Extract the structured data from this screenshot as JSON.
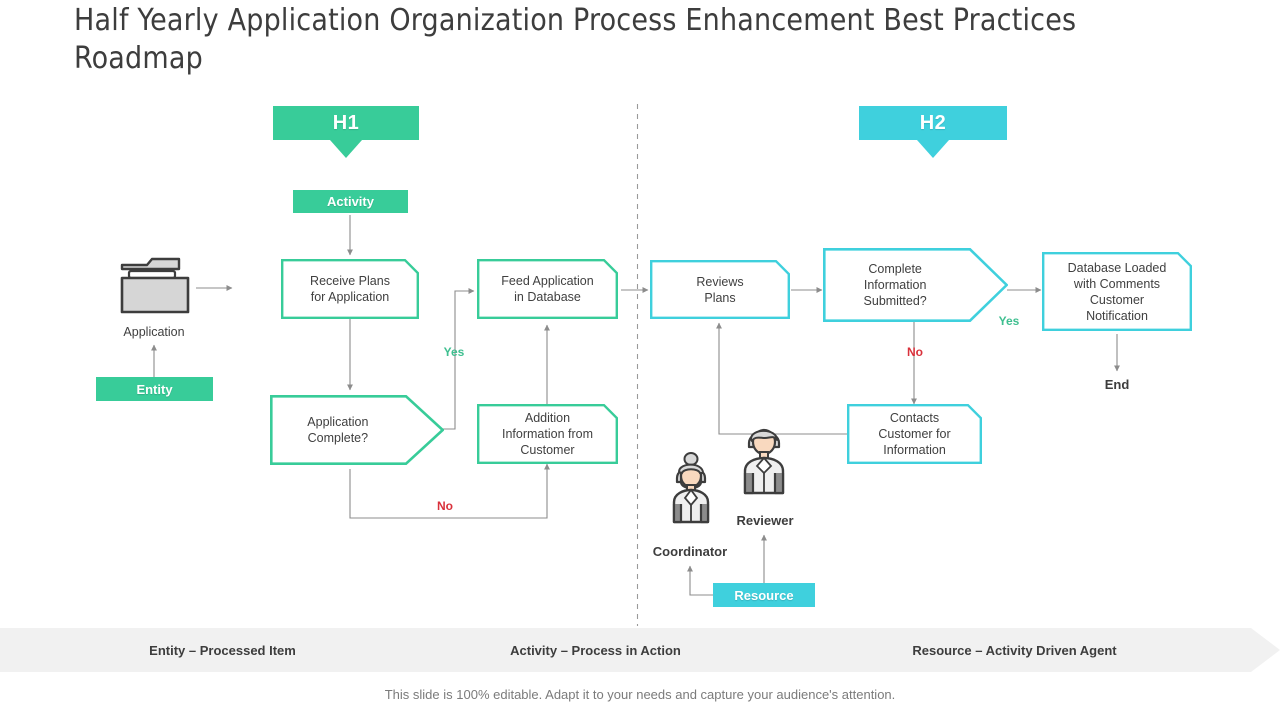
{
  "slide": {
    "title": "Half Yearly Application Organization Process Enhancement Best Practices Roadmap",
    "caption": "This slide is 100% editable. Adapt it to your needs and capture your audience's attention."
  },
  "colors": {
    "green": "#38cc99",
    "cyan": "#3fd0dd",
    "yes": "#3fbf90",
    "no": "#d9313b",
    "connector": "#8c8c8c",
    "text": "#404040",
    "legend_bg": "#f1f1f1"
  },
  "phases": [
    {
      "id": "h1",
      "label": "H1",
      "color": "#38cc99"
    },
    {
      "id": "h2",
      "label": "H2",
      "color": "#3fd0dd"
    }
  ],
  "tags": [
    {
      "id": "activity",
      "label": "Activity",
      "color": "#38cc99"
    },
    {
      "id": "entity",
      "label": "Entity",
      "color": "#38cc99"
    },
    {
      "id": "resource",
      "label": "Resource",
      "color": "#3fd0dd"
    }
  ],
  "entities": [
    {
      "id": "application",
      "label": "Application",
      "icon": "folder-icon"
    }
  ],
  "actors": [
    {
      "id": "coordinator",
      "label": "Coordinator",
      "icon": "person-female-icon"
    },
    {
      "id": "reviewer",
      "label": "Reviewer",
      "icon": "person-male-icon"
    }
  ],
  "process_boxes": [
    {
      "id": "receive-plans",
      "label": "Receive  Plans\nfor Application",
      "color": "#38cc99"
    },
    {
      "id": "feed-application",
      "label": "Feed Application\nin Database",
      "color": "#38cc99"
    },
    {
      "id": "addition-info",
      "label": "Addition\nInformation  from\nCustomer",
      "color": "#38cc99"
    },
    {
      "id": "reviews-plans",
      "label": "Reviews\nPlans",
      "color": "#3fd0dd"
    },
    {
      "id": "contacts-customer",
      "label": "Contacts\nCustomer for\nInformation",
      "color": "#3fd0dd"
    },
    {
      "id": "database-loaded",
      "label": "Database Loaded\nwith Comments\nCustomer\nNotification",
      "color": "#3fd0dd"
    }
  ],
  "decisions": [
    {
      "id": "application-complete",
      "label": "Application\nComplete?",
      "color": "#38cc99"
    },
    {
      "id": "complete-information",
      "label": "Complete\nInformation\nSubmitted?",
      "color": "#3fd0dd"
    }
  ],
  "flow_labels": [
    {
      "id": "h1-yes",
      "label": "Yes",
      "kind": "yes"
    },
    {
      "id": "h1-no",
      "label": "No",
      "kind": "no"
    },
    {
      "id": "h2-yes",
      "label": "Yes",
      "kind": "yes"
    },
    {
      "id": "h2-no",
      "label": "No",
      "kind": "no"
    }
  ],
  "terminators": [
    {
      "id": "end",
      "label": "End"
    }
  ],
  "legend": {
    "items": [
      {
        "id": "legend-entity",
        "label": "Entity – Processed Item"
      },
      {
        "id": "legend-activity",
        "label": "Activity – Process in Action"
      },
      {
        "id": "legend-resource",
        "label": "Resource – Activity  Driven Agent"
      }
    ]
  }
}
